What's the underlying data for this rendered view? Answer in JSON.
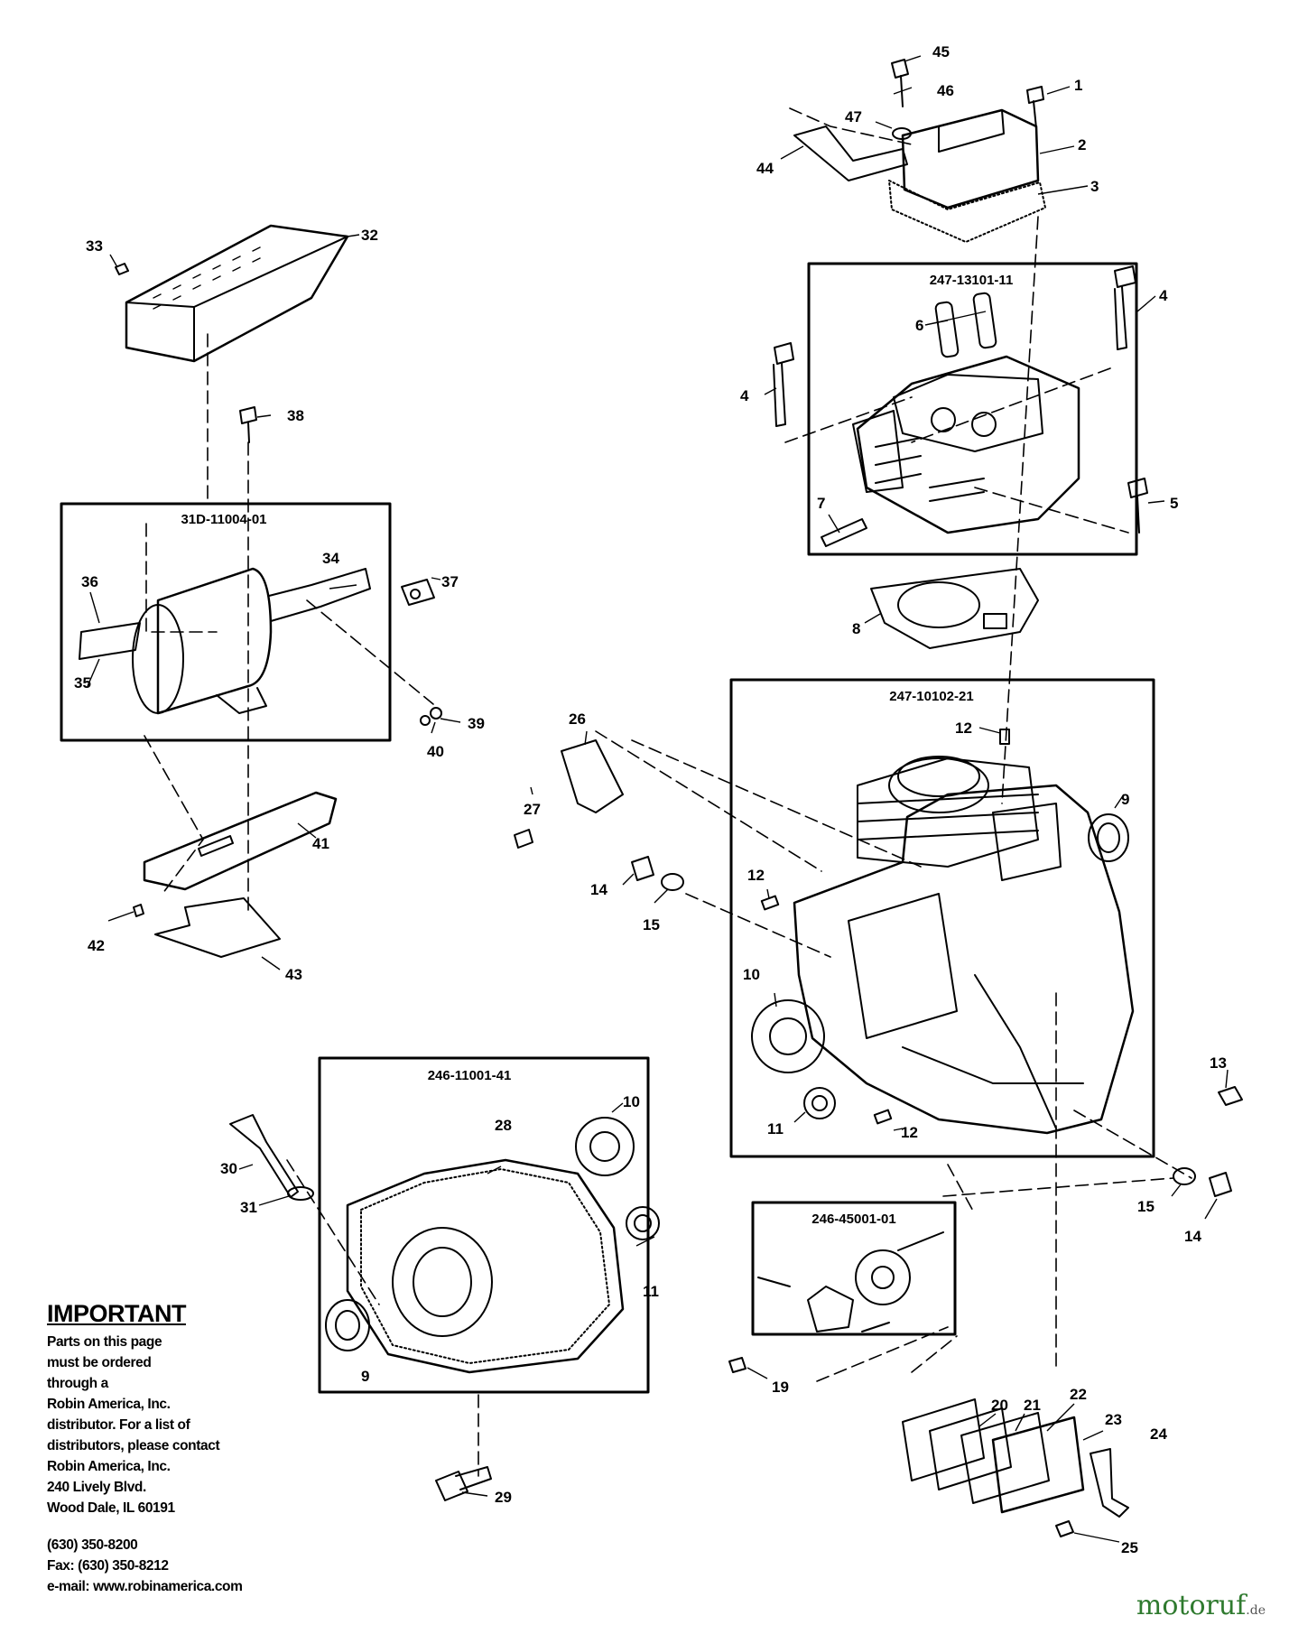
{
  "assemblies": [
    {
      "id": "cylinder_head",
      "label": "247-13101-11"
    },
    {
      "id": "muffler",
      "label": "31D-11004-01"
    },
    {
      "id": "crankcase",
      "label": "247-10102-21"
    },
    {
      "id": "main_bearing_cover",
      "label": "246-11001-41"
    },
    {
      "id": "governor",
      "label": "246-45001-01"
    }
  ],
  "callouts": [
    {
      "n": "1"
    },
    {
      "n": "2"
    },
    {
      "n": "3"
    },
    {
      "n": "4"
    },
    {
      "n": "4"
    },
    {
      "n": "5"
    },
    {
      "n": "6"
    },
    {
      "n": "7"
    },
    {
      "n": "8"
    },
    {
      "n": "9"
    },
    {
      "n": "9"
    },
    {
      "n": "10"
    },
    {
      "n": "10"
    },
    {
      "n": "11"
    },
    {
      "n": "11"
    },
    {
      "n": "12"
    },
    {
      "n": "12"
    },
    {
      "n": "12"
    },
    {
      "n": "13"
    },
    {
      "n": "14"
    },
    {
      "n": "14"
    },
    {
      "n": "15"
    },
    {
      "n": "15"
    },
    {
      "n": "19"
    },
    {
      "n": "20"
    },
    {
      "n": "21"
    },
    {
      "n": "22"
    },
    {
      "n": "23"
    },
    {
      "n": "24"
    },
    {
      "n": "25"
    },
    {
      "n": "26"
    },
    {
      "n": "27"
    },
    {
      "n": "28"
    },
    {
      "n": "29"
    },
    {
      "n": "30"
    },
    {
      "n": "31"
    },
    {
      "n": "32"
    },
    {
      "n": "33"
    },
    {
      "n": "34"
    },
    {
      "n": "35"
    },
    {
      "n": "36"
    },
    {
      "n": "37"
    },
    {
      "n": "38"
    },
    {
      "n": "39"
    },
    {
      "n": "40"
    },
    {
      "n": "41"
    },
    {
      "n": "42"
    },
    {
      "n": "43"
    },
    {
      "n": "44"
    },
    {
      "n": "45"
    },
    {
      "n": "46"
    },
    {
      "n": "47"
    }
  ],
  "notice": {
    "heading": "IMPORTANT",
    "lines": [
      "Parts on this page",
      "must be ordered",
      "through a",
      "Robin America, Inc.",
      "distributor. For a list of",
      "distributors, please contact",
      "Robin America, Inc.",
      "240 Lively Blvd.",
      "Wood Dale, IL 60191"
    ],
    "phone": "(630) 350-8200",
    "fax": "Fax: (630) 350-8212",
    "email": "e-mail: www.robinamerica.com"
  },
  "watermark": {
    "name": "motoruf",
    "suffix": ".de",
    "color": "#2f7a2f"
  }
}
